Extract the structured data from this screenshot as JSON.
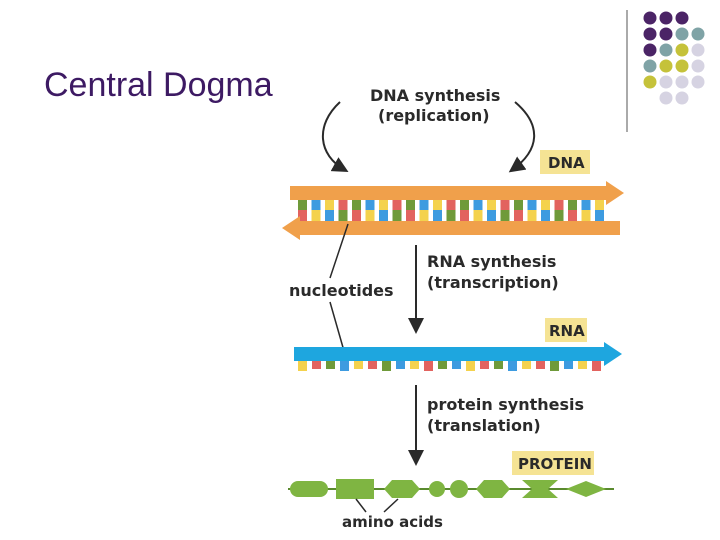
{
  "slide": {
    "title": "Central Dogma"
  },
  "diagram": {
    "dna_synthesis": {
      "line1": "DNA synthesis",
      "line2": "(replication)"
    },
    "dna_label": "DNA",
    "rna_synthesis": {
      "line1": "RNA synthesis",
      "line2": "(transcription)"
    },
    "nucleotides_label": "nucleotides",
    "rna_label": "RNA",
    "protein_synthesis": {
      "line1": "protein synthesis",
      "line2": "(translation)"
    },
    "protein_label": "PROTEIN",
    "amino_acids_label": "amino acids"
  },
  "colors": {
    "title": "#3d1a63",
    "dna_strand": "#f0a04b",
    "rna_strand": "#1ea6df",
    "label_box": "#f5e394",
    "nucleotide_blue": "#3d9be0",
    "nucleotide_green": "#6f9a3a",
    "nucleotide_red": "#e2635f",
    "nucleotide_yellow": "#f4d24d",
    "amino_acid": "#7fb542",
    "dot_purple": "#4b2466",
    "dot_teal": "#7fa3a6",
    "dot_olive": "#c5c23a",
    "dot_lavender": "#d6d3e2"
  }
}
